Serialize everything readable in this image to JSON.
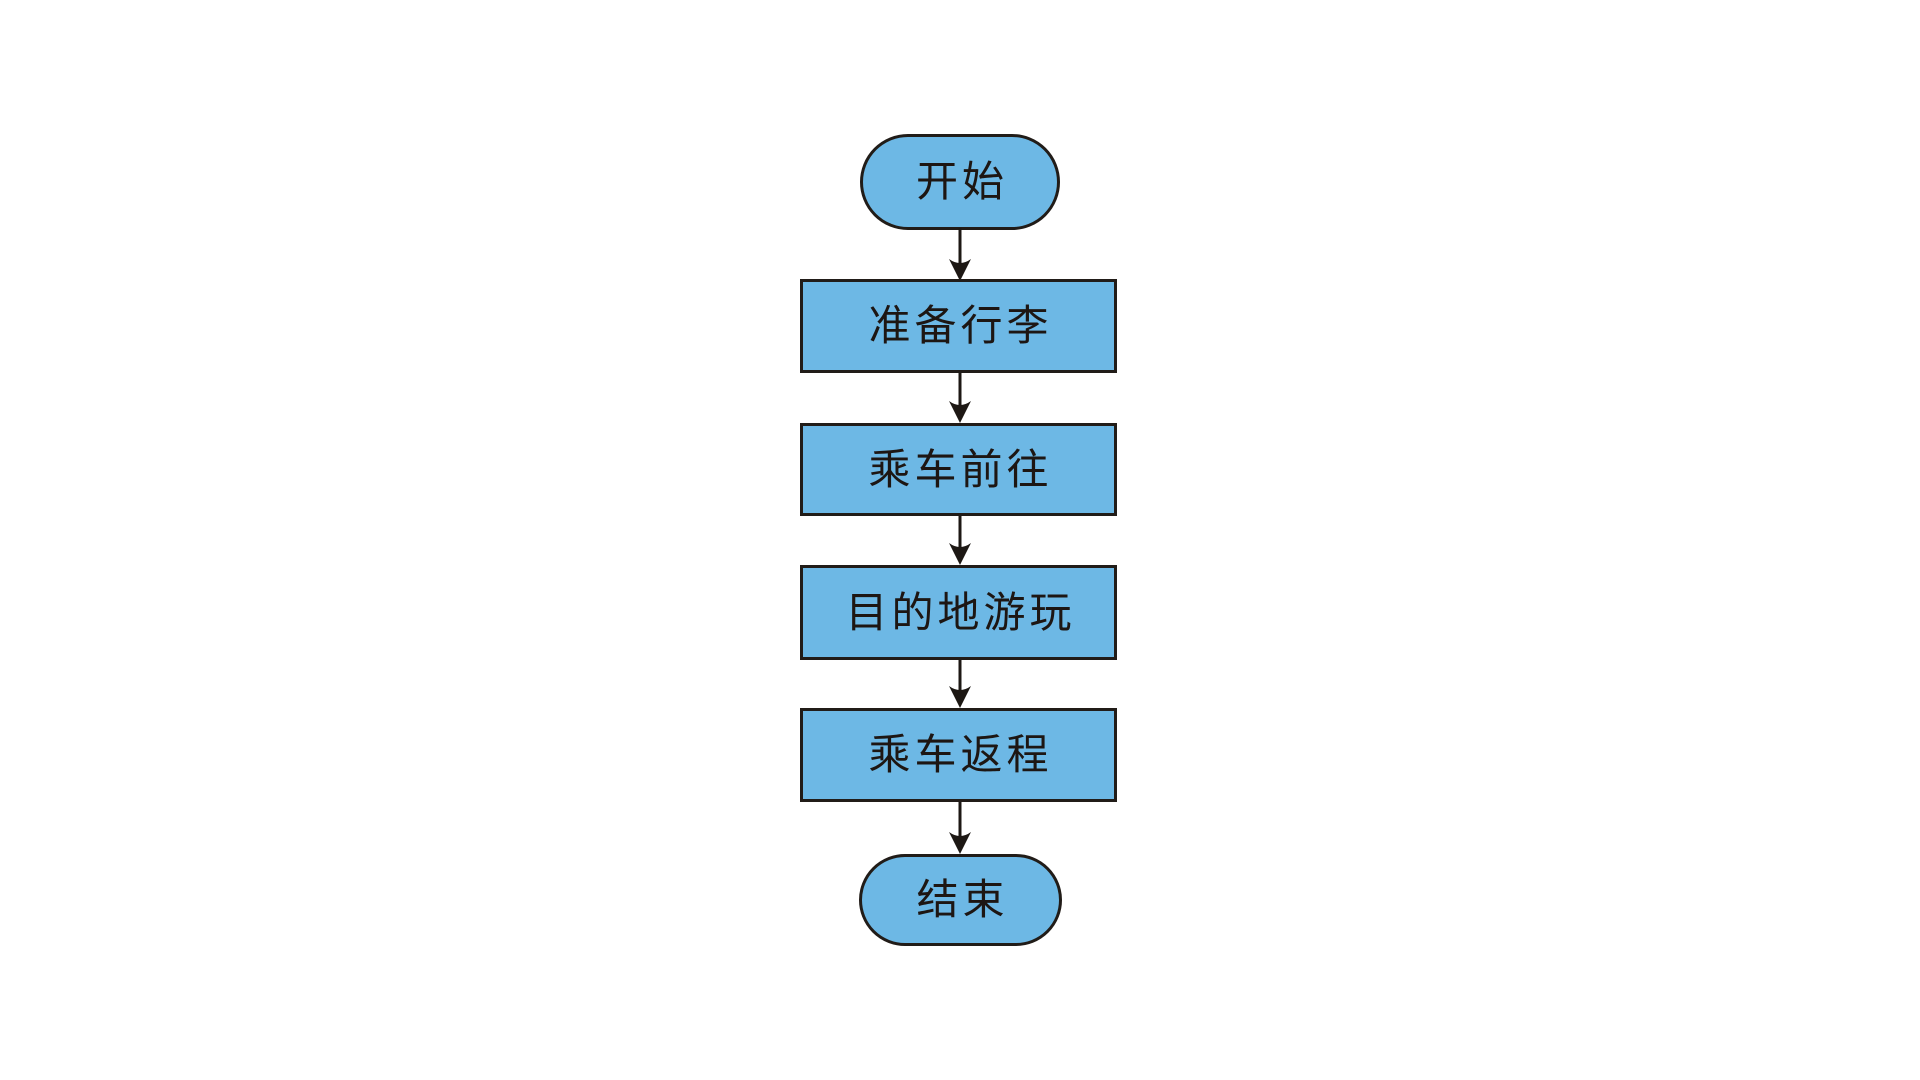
{
  "diagram": {
    "type": "flowchart",
    "direction": "top-down",
    "title": "",
    "colors": {
      "node_fill": "#6db8e5",
      "node_border": "#211c18",
      "arrow_color": "#1d1814",
      "text_color": "#1d1613",
      "background": "#ffffff"
    },
    "nodes": [
      {
        "id": "start",
        "shape": "stadium",
        "label": "开始"
      },
      {
        "id": "step-1",
        "shape": "rectangle",
        "label": "准备行李"
      },
      {
        "id": "step-2",
        "shape": "rectangle",
        "label": "乘车前往"
      },
      {
        "id": "step-3",
        "shape": "rectangle",
        "label": "目的地游玩"
      },
      {
        "id": "step-4",
        "shape": "rectangle",
        "label": "乘车返程"
      },
      {
        "id": "end",
        "shape": "stadium",
        "label": "结束"
      }
    ],
    "edges": [
      {
        "from": "开始",
        "to": "准备行李"
      },
      {
        "from": "准备行李",
        "to": "乘车前往"
      },
      {
        "from": "乘车前往",
        "to": "目的地游玩"
      },
      {
        "from": "目的地游玩",
        "to": "乘车返程"
      },
      {
        "from": "乘车返程",
        "to": "结束"
      }
    ]
  }
}
